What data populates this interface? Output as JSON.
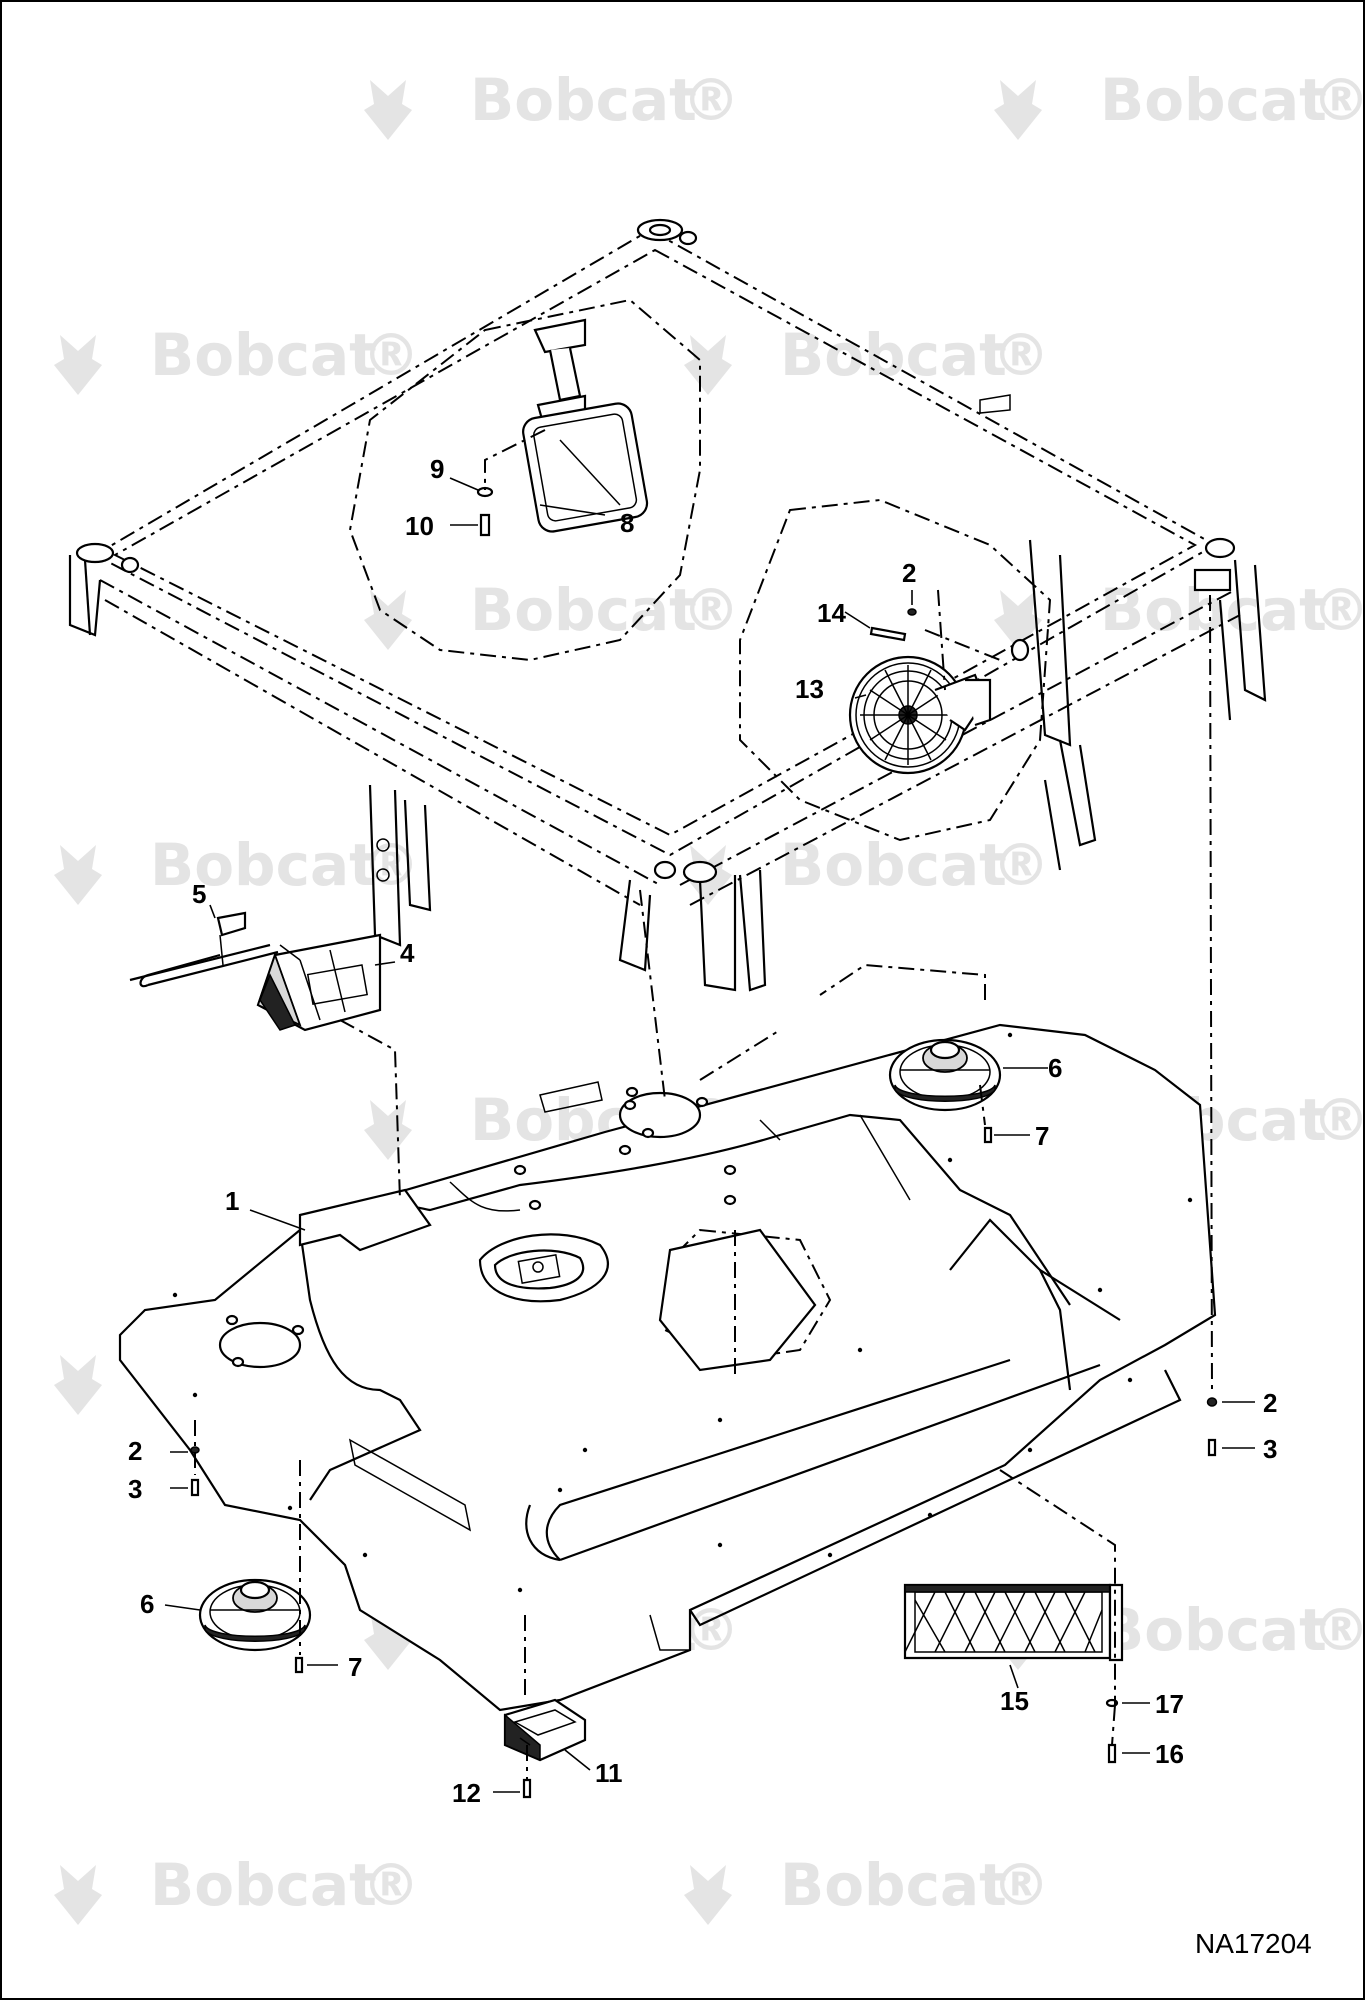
{
  "drawing_code": "NA17204",
  "watermark_text": "Bobcat",
  "watermark_mark": "®",
  "callouts": {
    "c1": "1",
    "c2a": "2",
    "c2b": "2",
    "c2c": "2",
    "c3a": "3",
    "c3b": "3",
    "c4": "4",
    "c5": "5",
    "c6a": "6",
    "c6b": "6",
    "c7a": "7",
    "c7b": "7",
    "c8": "8",
    "c9": "9",
    "c10": "10",
    "c11": "11",
    "c12": "12",
    "c13": "13",
    "c14": "14",
    "c15": "15",
    "c16": "16",
    "c17": "17"
  },
  "colors": {
    "line": "#000000",
    "watermark": "#e4e4e4",
    "background": "#ffffff"
  }
}
